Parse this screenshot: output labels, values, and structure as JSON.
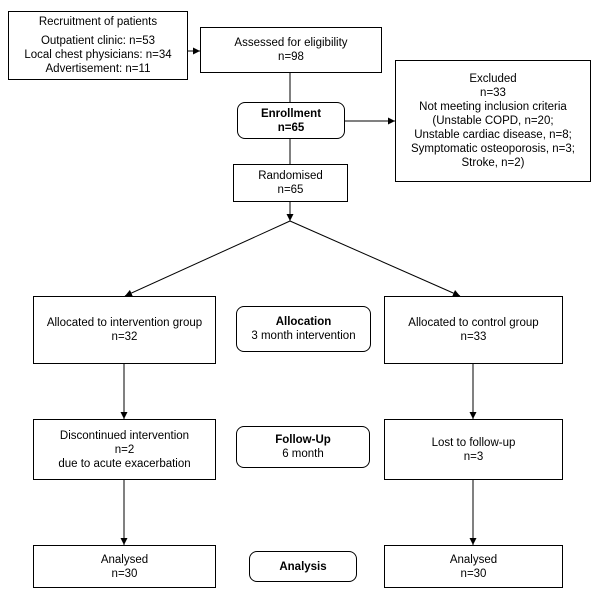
{
  "recruitment": {
    "title": "Recruitment of patients",
    "lines": [
      "Outpatient clinic: n=53",
      "Local chest physicians: n=34",
      "Advertisement: n=11"
    ]
  },
  "assessed": {
    "title": "Assessed for eligibility",
    "n": "n=98"
  },
  "excluded": {
    "title": "Excluded",
    "n": "n=33",
    "lines": [
      "Not meeting inclusion criteria",
      "(Unstable COPD, n=20;",
      "Unstable cardiac disease, n=8;",
      "Symptomatic osteoporosis, n=3;",
      "Stroke, n=2)"
    ]
  },
  "enrollment": {
    "label": "Enrollment",
    "n": "n=65"
  },
  "randomised": {
    "title": "Randomised",
    "n": "n=65"
  },
  "allocation": {
    "label": "Allocation",
    "sub": "3 month intervention"
  },
  "intervention_group": {
    "title": "Allocated to intervention group",
    "n": "n=32"
  },
  "control_group": {
    "title": "Allocated to control group",
    "n": "n=33"
  },
  "followup": {
    "label": "Follow-Up",
    "sub": "6 month"
  },
  "discontinued": {
    "title": "Discontinued intervention",
    "n": "n=2",
    "reason": "due to acute exacerbation"
  },
  "lost": {
    "title": "Lost to follow-up",
    "n": "n=3"
  },
  "analysis": {
    "label": "Analysis"
  },
  "analysed_left": {
    "title": "Analysed",
    "n": "n=30"
  },
  "analysed_right": {
    "title": "Analysed",
    "n": "n=30"
  }
}
